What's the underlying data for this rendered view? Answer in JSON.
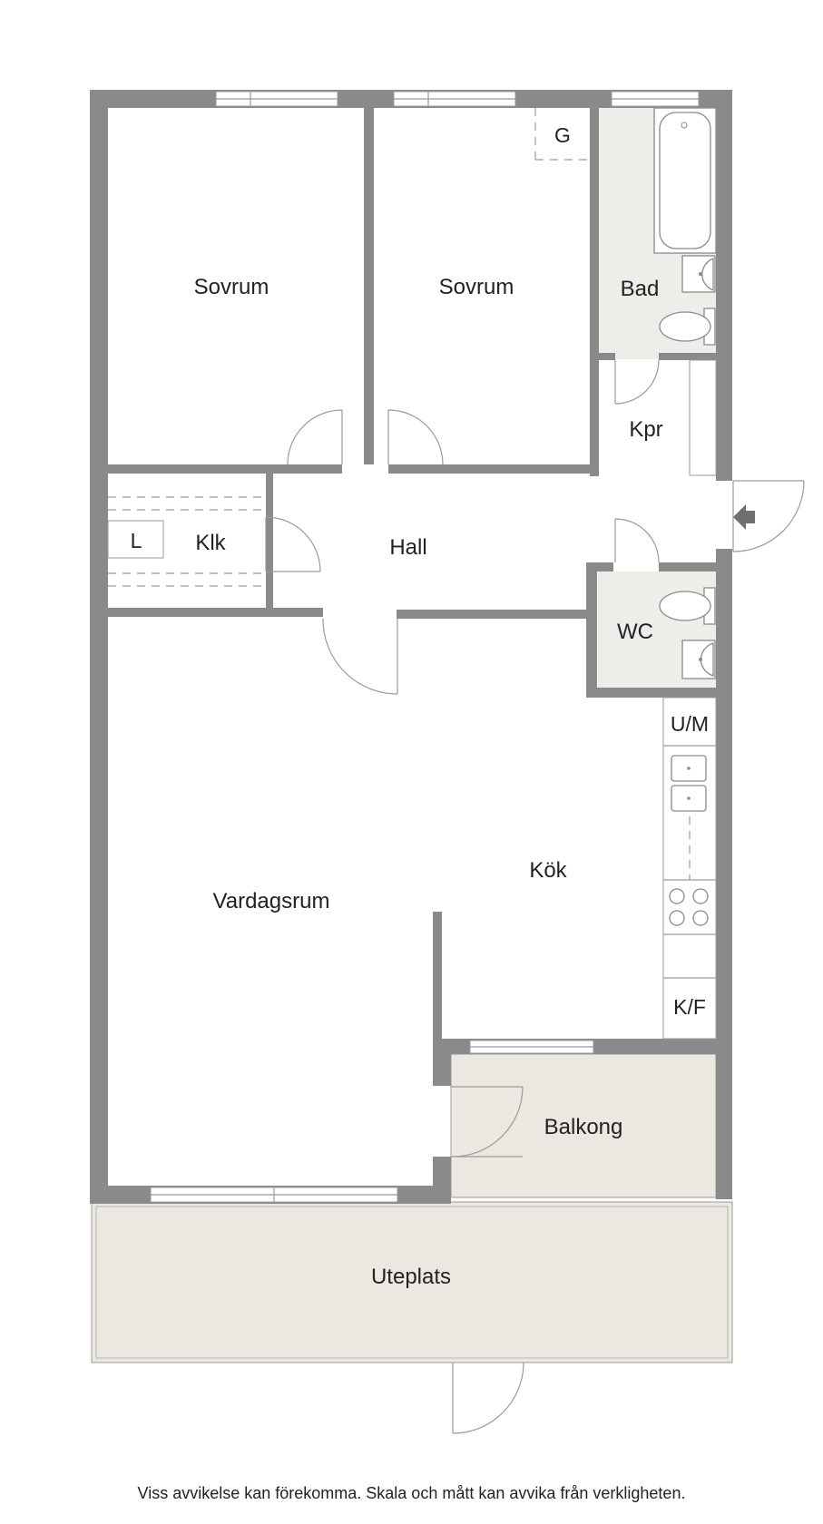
{
  "rooms": {
    "sovrum_1": "Sovrum",
    "sovrum_2": "Sovrum",
    "bad": "Bad",
    "kpr": "Kpr",
    "klk": "Klk",
    "hall": "Hall",
    "wc": "WC",
    "kok": "Kök",
    "vardagsrum": "Vardagsrum",
    "balkong": "Balkong",
    "uteplats": "Uteplats"
  },
  "markers": {
    "g": "G",
    "l": "L",
    "um": "U/M",
    "kf": "K/F"
  },
  "disclaimer": "Viss avvikelse kan förekomma. Skala och mått kan avvika från verkligheten.",
  "colors": {
    "wall": "#8a8a8a",
    "wet_room_floor": "#efede9",
    "outdoor_floor": "#ebe8e2"
  },
  "icons": [
    "entrance-arrow-icon",
    "bathtub-icon",
    "toilet-icon",
    "washbasin-icon",
    "sink-icon",
    "stove-icon"
  ]
}
